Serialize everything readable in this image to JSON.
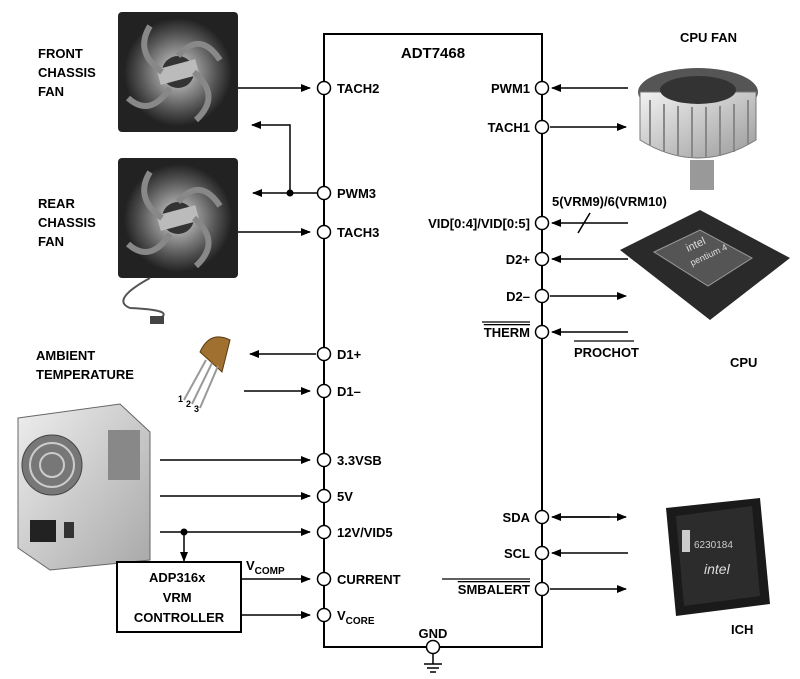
{
  "chip": {
    "name": "ADT7468",
    "gnd_label": "GND"
  },
  "pins_left": {
    "tach2": "TACH2",
    "pwm3": "PWM3",
    "tach3": "TACH3",
    "d1p": "D1+",
    "d1m": "D1–",
    "v33": "3.3VSB",
    "v5": "5V",
    "v12": "12V/VID5",
    "current": "CURRENT",
    "vcore_main": "V",
    "vcore_sub": "CORE"
  },
  "pins_right": {
    "pwm1": "PWM1",
    "tach1": "TACH1",
    "vid": "VID[0:4]/VID[0:5]",
    "d2p": "D2+",
    "d2m": "D2–",
    "therm": "THERM",
    "sda": "SDA",
    "scl": "SCL",
    "smbalert": "SMBALERT"
  },
  "external": {
    "front_fan": [
      "FRONT",
      "CHASSIS",
      "FAN"
    ],
    "rear_fan": [
      "REAR",
      "CHASSIS",
      "FAN"
    ],
    "ambient": [
      "AMBIENT",
      "TEMPERATURE"
    ],
    "cpu_fan": "CPU FAN",
    "cpu": "CPU",
    "ich": "ICH",
    "prochot": "PROCHOT",
    "vid_bus": "5(VRM9)/6(VRM10)",
    "vcomp_main": "V",
    "vcomp_sub": "COMP",
    "vrm_box": [
      "ADP316x",
      "VRM",
      "CONTROLLER"
    ],
    "transistor_pins": [
      "1",
      "2",
      "3"
    ],
    "cpu_brand": "pentium 4",
    "cpu_logo": "intel",
    "ich_logo": "intel",
    "ich_code": "6230184"
  }
}
